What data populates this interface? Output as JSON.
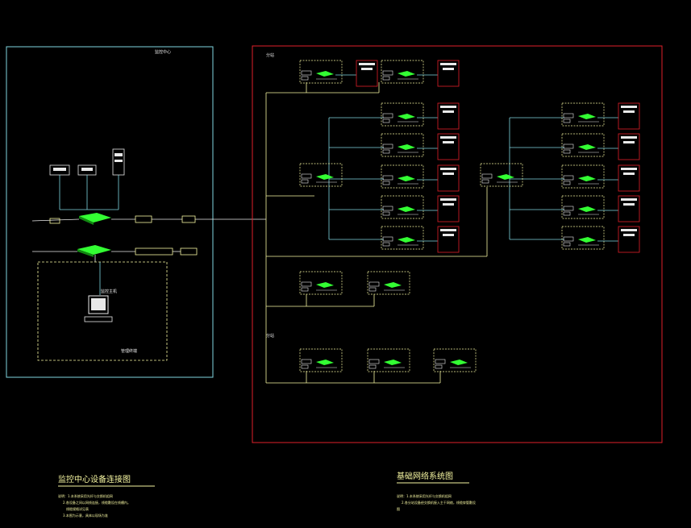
{
  "colors": {
    "cyan": "#7fd6e0",
    "red": "#e0202a",
    "yellow": "#f4f4a0",
    "green": "#33ff33",
    "white": "#e8e8e8"
  },
  "center": {
    "corner_label": "监控中心",
    "monitor_label": "监控主机",
    "dashed_label": "管理终端"
  },
  "field": {
    "label_a": "分站",
    "label_b": "分站"
  },
  "titles": {
    "left": "监控中心设备连接图",
    "right": "基础网络系统图"
  },
  "notes": {
    "left": [
      "说明：1.本系统采用光纤与交换机组网",
      "2.各设备之间以网线连接，线缆敷设在线槽内。",
      "线缆规格详见表",
      "3.本图为示意，具体以现场为准"
    ],
    "right": [
      "说明：1.本系统采用光纤与交换机组网",
      "2.各分站设备经交换机接入主干网络，线缆穿管敷设",
      "图"
    ]
  }
}
